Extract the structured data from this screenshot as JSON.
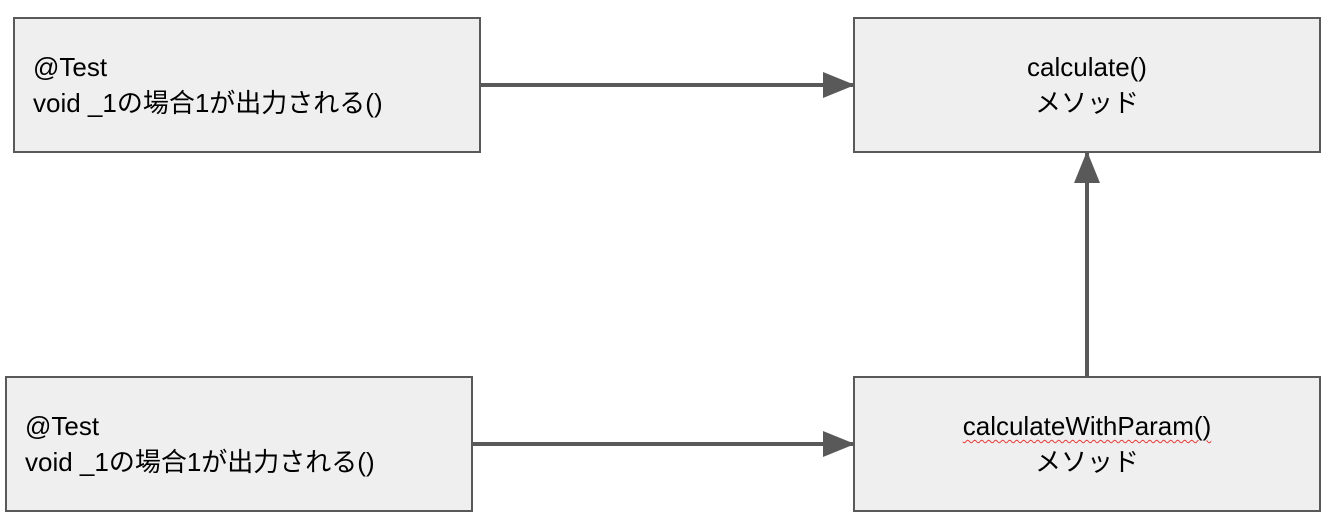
{
  "nodes": {
    "test_top": {
      "line1": "@Test",
      "line2": "void _1の場合1が出力される()"
    },
    "calculate": {
      "line1": "calculate()",
      "line2": "メソッド"
    },
    "test_bottom": {
      "line1": "@Test",
      "line2": "void _1の場合1が出力される()"
    },
    "calculate_with_param": {
      "line1": "calculateWithParam()",
      "line2": "メソッド"
    }
  },
  "edges": [
    {
      "from": "test_top",
      "to": "calculate"
    },
    {
      "from": "test_bottom",
      "to": "calculate_with_param"
    },
    {
      "from": "calculate_with_param",
      "to": "calculate"
    }
  ],
  "colors": {
    "node_fill": "#efefef",
    "node_border": "#595959",
    "arrow": "#595959",
    "spellcheck_underline": "#e53935"
  }
}
